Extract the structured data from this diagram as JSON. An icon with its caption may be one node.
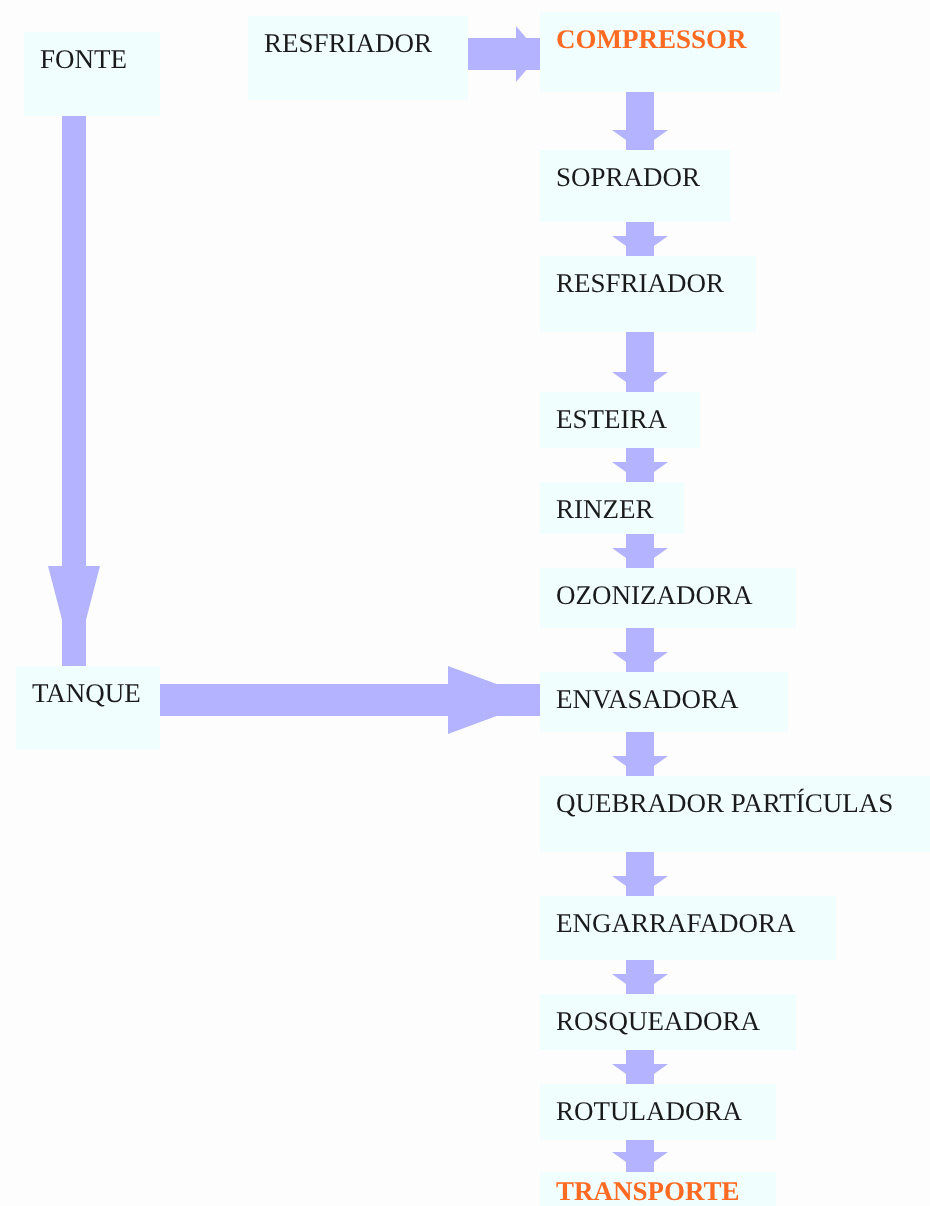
{
  "diagram": {
    "nodes": [
      {
        "text": [
          "FONTE"
        ]
      },
      {
        "text": [
          "RESFRIADOR"
        ]
      },
      {
        "text": [
          "COMPRESSOR"
        ]
      },
      {
        "text": [
          "SOPRADOR"
        ]
      },
      {
        "text": [
          "RESFRIADOR"
        ]
      },
      {
        "text": [
          "ESTEIRA"
        ]
      },
      {
        "text": [
          "RINZER"
        ]
      },
      {
        "text": [
          "OZONIZADORA"
        ]
      },
      {
        "text": [
          "TANQUE"
        ]
      },
      {
        "text": [
          "ENVASADORA"
        ]
      },
      {
        "text": [
          "QUEBRADOR PARTÍCULAS"
        ]
      },
      {
        "text": [
          "ENGARRAFADORA"
        ]
      },
      {
        "text": [
          "ROSQUEADORA"
        ]
      },
      {
        "text": [
          "ROTULADORA"
        ]
      },
      {
        "text": [
          "TRANSPORTE"
        ]
      }
    ],
    "edges": [
      {
        "from": 0,
        "to": 8,
        "arrow": "to"
      },
      {
        "from": 1,
        "to": 2,
        "arrow": "to"
      },
      {
        "from": 2,
        "to": 3,
        "arrow": "to"
      },
      {
        "from": 3,
        "to": 4,
        "arrow": "to"
      },
      {
        "from": 4,
        "to": 5,
        "arrow": "to"
      },
      {
        "from": 5,
        "to": 6,
        "arrow": "to"
      },
      {
        "from": 6,
        "to": 7,
        "arrow": "to"
      },
      {
        "from": 7,
        "to": 9,
        "arrow": "to"
      },
      {
        "from": 8,
        "to": 9,
        "arrow": "to"
      },
      {
        "from": 9,
        "to": 10,
        "arrow": "to"
      },
      {
        "from": 10,
        "to": 11,
        "arrow": "to"
      },
      {
        "from": 11,
        "to": 12,
        "arrow": "to"
      },
      {
        "from": 12,
        "to": 13,
        "arrow": "to"
      },
      {
        "from": 13,
        "to": 14,
        "arrow": "to"
      }
    ]
  }
}
